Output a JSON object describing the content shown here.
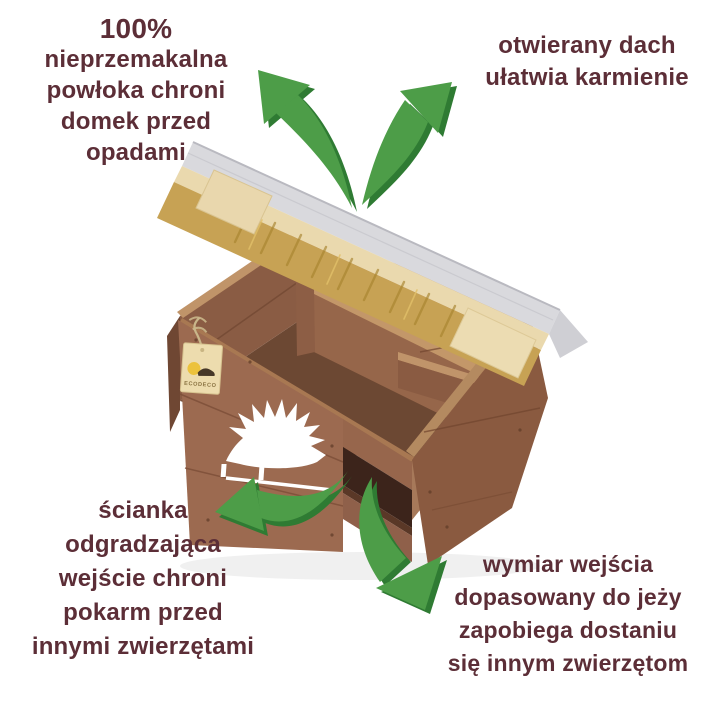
{
  "colors": {
    "background": "#ffffff",
    "text": "#5c2e37",
    "arrow_green": "#4d9d48",
    "arrow_green_dark": "#2f7b33",
    "wood": "#9c6a50",
    "wood_dark": "#8a5a40",
    "wood_light": "#b28058",
    "wood_deep": "#3c241b",
    "lid_grey": "#d9d9dd",
    "straw": "#c7a254",
    "tag_cream": "#eddcae",
    "hedgehog_white": "#ffffff"
  },
  "callouts": {
    "top_left": {
      "lines": [
        "100%",
        "nieprzemakalna",
        "powłoka chroni",
        "domek przed",
        "opadami"
      ]
    },
    "top_right": {
      "lines": [
        "otwierany dach",
        "ułatwia karmienie"
      ]
    },
    "bottom_left": {
      "lines": [
        "ścianka",
        "odgradzająca",
        "wejście chroni",
        "pokarm przed",
        "innymi zwierzętami"
      ]
    },
    "bottom_right": {
      "lines": [
        "wymiar wejścia",
        "dopasowany do jeży",
        "zapobiega dostaniu",
        "się innym zwierzętom"
      ]
    }
  },
  "product": {
    "tag_label": "ECODECO"
  }
}
